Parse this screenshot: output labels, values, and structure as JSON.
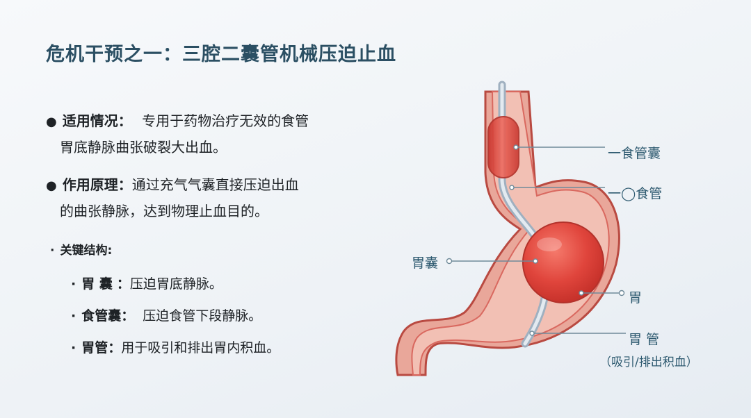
{
  "title": "危机干预之一：三腔二囊管机械压迫止血",
  "sections": [
    {
      "label": "适用情况：",
      "text_line1": "专用于药物治疗无效的食管",
      "text_line2": "胃底静脉曲张破裂大出血。"
    },
    {
      "label": "作用原理：",
      "text_line1": "通过充气气囊直接压迫出血",
      "text_line2": "的曲张静脉，达到物理止血目的。"
    }
  ],
  "key_structures": {
    "heading": "关键结构:",
    "items": [
      {
        "name": "胃 囊",
        "sep": "：",
        "desc": "压迫胃底静脉。"
      },
      {
        "name": "食管囊",
        "sep": "：",
        "desc": "压迫食管下段静脉。"
      },
      {
        "name": "胃管",
        "sep": "：",
        "desc": "用于吸引和排出胃内积血。"
      }
    ]
  },
  "diagram_labels": {
    "esophageal_balloon": "一食管囊",
    "esophagus": "一◯食管",
    "gastric_balloon": "胃囊",
    "stomach": "胃",
    "gastric_tube": "胃 管",
    "gastric_tube_note": "（吸引/排出积血）"
  },
  "colors": {
    "title": "#2b4f63",
    "label": "#2e5a70",
    "tissue": "#d9685f",
    "balloon": "#e0453c",
    "tube": "#c9d4de"
  }
}
